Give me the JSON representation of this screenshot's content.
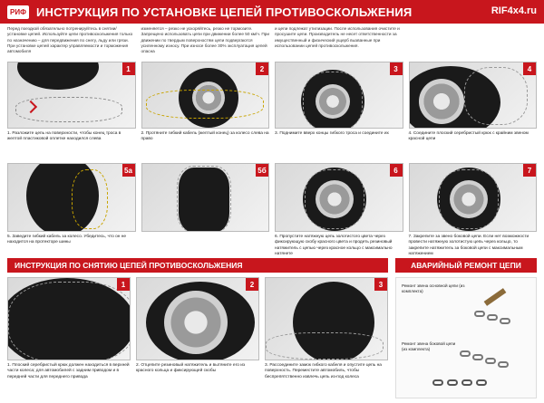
{
  "header": {
    "logo": "РИФ",
    "title": "ИНСТРУКЦИЯ ПО УСТАНОВКЕ ЦЕПЕЙ ПРОТИВОСКОЛЬЖЕНИЯ",
    "site": "RIF4x4.ru"
  },
  "intro": [
    "Перед поездкой обязательно потренируйтесь в снятии/установке цепей. Используйте цепи противоскольжения только по назначению – для передвижения по снегу, льду или грязи. При установке цепей характер управляемости и торможения автомобиля",
    "изменяется – резко не ускоряйтесь, резко не тормозите. Запрещено использовать цепи при движении более 50 км/ч. При движении по твердым поверхностям цепи подвергаются усиленному износу. При износе более 30% эксплуатация цепей опасна",
    "и цепи подлежат утилизации. После использования очистите и просушите цепи. Производитель не несет ответственности за имущественный и физический ущерб вызванные при использовании цепей противоскольжения.",
    ""
  ],
  "steps_row1": [
    {
      "num": "1",
      "text": "1. Разложите цепь на поверхности, чтобы конец троса в желтой пластиковой оплетке находился слева"
    },
    {
      "num": "2",
      "text": "2. Протяните гибкий кабель (желтый конец) за колесо слева на право"
    },
    {
      "num": "3",
      "text": "3. Поднимите вверх концы гибкого троса и соедините их"
    },
    {
      "num": "4",
      "text": "4. Соедините плоский серебристый крюк с крайним звеном красной цепи"
    }
  ],
  "steps_row2": [
    {
      "num": "5а",
      "text": "5. Заведите гибкий кабель за колесо. Убедитесь, что он не находится на протекторе шины"
    },
    {
      "num": "5б",
      "text": ""
    },
    {
      "num": "6",
      "text": "6. Пропустите натяжную цепь золотистого цвета через фиксирующую скобу красного цвета и продеть резиновый натяжитель с цепью через красное кольцо с максимально натянете"
    },
    {
      "num": "7",
      "text": "7. Закрепите за звено боковой цепи. Если нет возможности провести натяжную золотистую цепь через кольцо, то закрепите натяжитель за боковой цепи с максимальным натяжением"
    }
  ],
  "section_removal": "ИНСТРУКЦИЯ ПО СНЯТИЮ ЦЕПЕЙ ПРОТИВОСКОЛЬЖЕНИЯ",
  "section_repair": "АВАРИЙНЫЙ РЕМОНТ ЦЕПИ",
  "removal": [
    {
      "num": "1",
      "text": "1. Плоский серебристый крюк должен находиться в верхней части колеса; для автомобилей с задним приводом и в передней части для переднего привода"
    },
    {
      "num": "2",
      "text": "2. Отцепите резиновый натяжитель и вытяните его из красного кольца и фиксирующей скобы"
    },
    {
      "num": "3",
      "text": "3. Рассоедините замок гибкого кабеля и опустите цепь на поверхность. Переместите автомобиль, чтобы беспрепятственно извлечь цепь из-под колеса"
    }
  ],
  "repair": {
    "label1": "Ремонт звена основной цепи (из комплекта)",
    "label2": "Ремонт звена боковой цепи (из комплекта)"
  },
  "colors": {
    "accent": "#c8161d"
  }
}
